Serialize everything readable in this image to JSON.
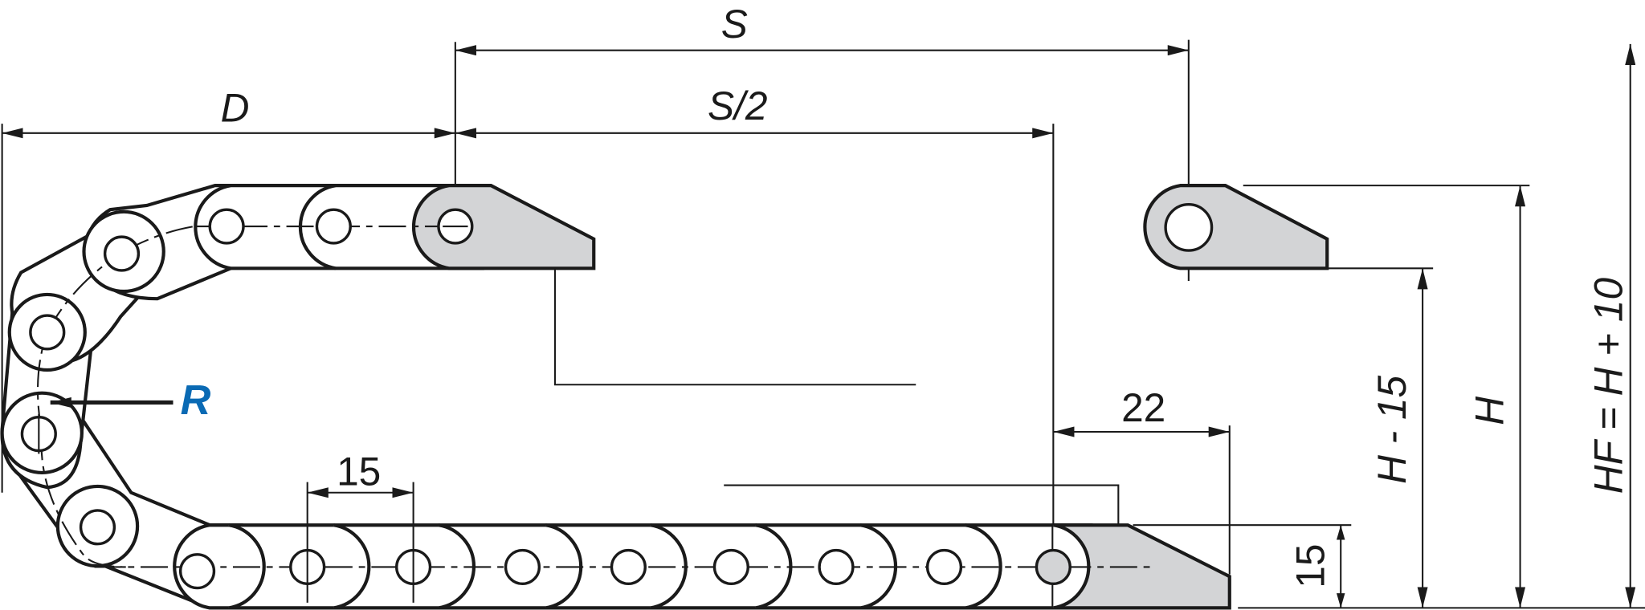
{
  "diagram": {
    "title": "Cable carrier chain dimension drawing",
    "colors": {
      "line": "#1a1a1a",
      "bracket_fill": "#d3d4d6",
      "radius_label": "#0a6ab4",
      "background": "#ffffff"
    },
    "dimensions": {
      "travel": "S",
      "half_travel": "S/2",
      "depth": "D",
      "radius": "R",
      "pitch": "15",
      "bracket_offset": "22",
      "bracket_height": "15",
      "height_minus": "H - 15",
      "height": "H",
      "height_fixed": "HF = H + 10"
    },
    "top_run_holes": 3,
    "bottom_run_holes": 9,
    "bend_links": 5
  }
}
